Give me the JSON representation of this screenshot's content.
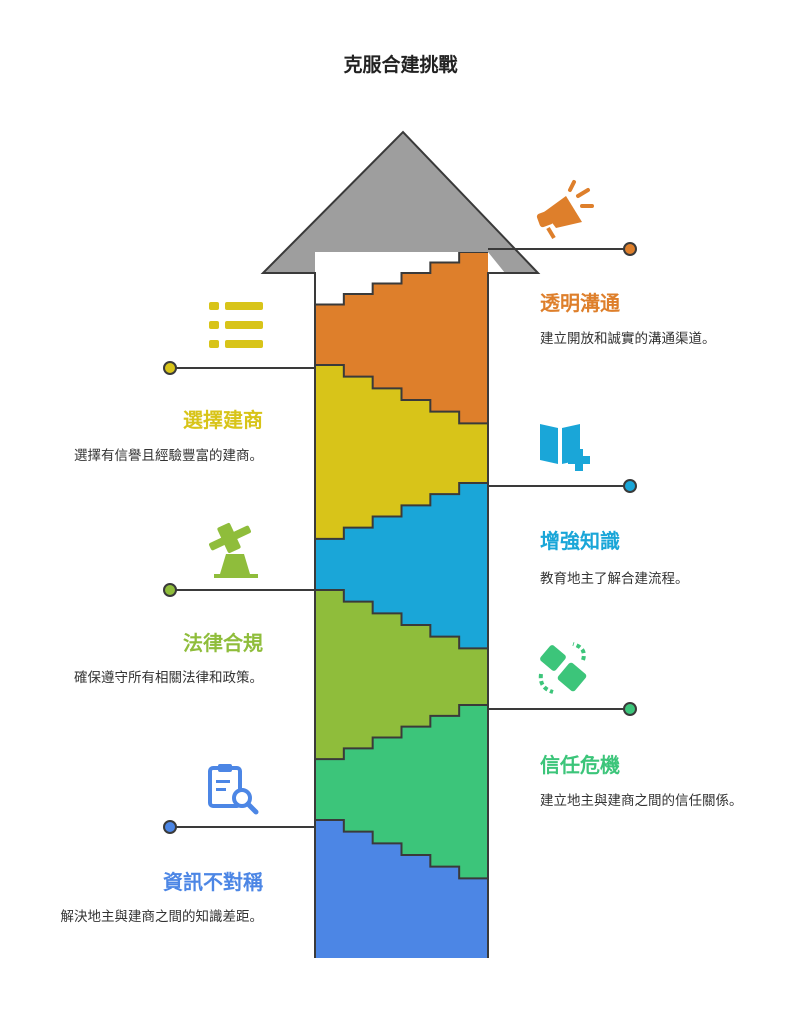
{
  "title": "克服合建挑戰",
  "steps": [
    {
      "label": "資訊不對稱",
      "desc": "解決地主與建商之間的知識差距。",
      "side": "left",
      "color": "#4c86e5",
      "icon": "clipboard-search-icon"
    },
    {
      "label": "信任危機",
      "desc": "建立地主與建商之間的信任關係。",
      "side": "right",
      "color": "#3cc57a",
      "icon": "handshake-icon"
    },
    {
      "label": "法律合規",
      "desc": "確保遵守所有相關法律和政策。",
      "side": "left",
      "color": "#8fbd3b",
      "icon": "gavel-icon"
    },
    {
      "label": "增強知識",
      "desc": "教育地主了解合建流程。",
      "side": "right",
      "color": "#1aa6d8",
      "icon": "book-plus-icon"
    },
    {
      "label": "選擇建商",
      "desc": "選擇有信譽且經驗豐富的建商。",
      "side": "left",
      "color": "#d8c419",
      "icon": "list-icon"
    },
    {
      "label": "透明溝通",
      "desc": "建立開放和誠實的溝通渠道。",
      "side": "right",
      "color": "#de7f2b",
      "icon": "megaphone-icon"
    }
  ],
  "arrow_head_color": "#9e9e9e",
  "stroke_color": "#3a3a3a"
}
